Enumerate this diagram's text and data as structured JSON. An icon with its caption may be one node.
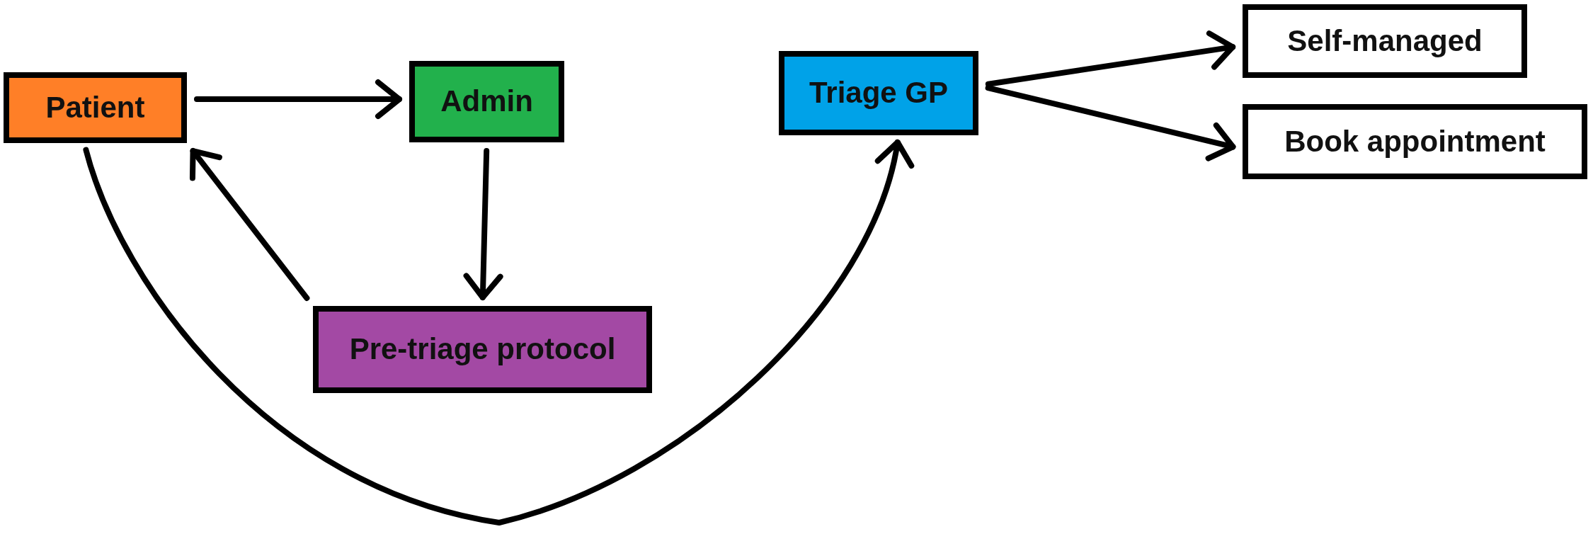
{
  "diagram": {
    "nodes": [
      {
        "text": [
          "Patient"
        ]
      },
      {
        "text": [
          "Admin"
        ]
      },
      {
        "text": [
          "Triage GP"
        ]
      },
      {
        "text": [
          "Self-managed"
        ]
      },
      {
        "text": [
          "Book appointment"
        ]
      },
      {
        "text": [
          "Pre-triage protocol"
        ]
      }
    ],
    "edges": [
      {
        "from": 0,
        "to": 1,
        "arrow": "to"
      },
      {
        "from": 1,
        "to": 5,
        "arrow": "to"
      },
      {
        "from": 5,
        "to": 0,
        "arrow": "to"
      },
      {
        "from": 0,
        "to": 2,
        "arrow": "to"
      },
      {
        "from": 2,
        "to": 3,
        "arrow": "to"
      },
      {
        "from": 2,
        "to": 4,
        "arrow": "to"
      }
    ]
  }
}
